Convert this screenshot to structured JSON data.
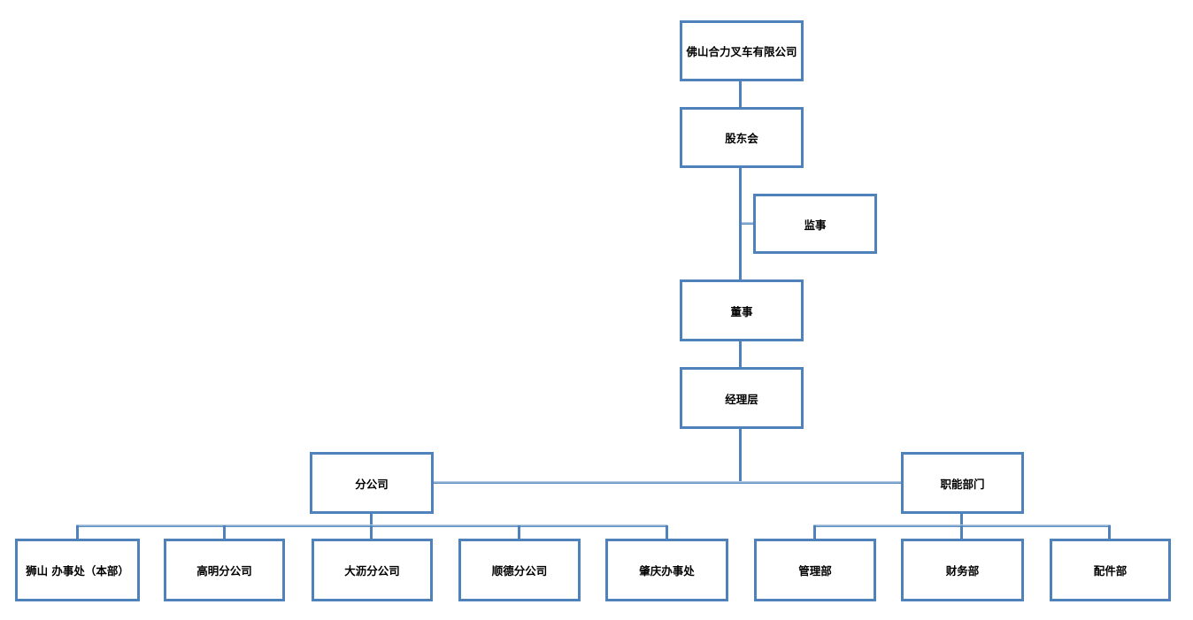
{
  "org_chart": {
    "company": {
      "label": "佛山合力叉车有限公司"
    },
    "shareholders": {
      "label": "股东会"
    },
    "supervisor": {
      "label": "监事"
    },
    "director": {
      "label": "董事"
    },
    "management": {
      "label": "经理层"
    },
    "branch_group": {
      "label": "分公司"
    },
    "functional_group": {
      "label": "职能部门"
    },
    "branches": [
      {
        "label": "狮山 办事处（本部）"
      },
      {
        "label": "高明分公司"
      },
      {
        "label": "大沥分公司"
      },
      {
        "label": "顺德分公司"
      },
      {
        "label": "肇庆办事处"
      }
    ],
    "departments": [
      {
        "label": "管理部"
      },
      {
        "label": "财务部"
      },
      {
        "label": "配件部"
      }
    ]
  },
  "colors": {
    "box_border": "#4f81bb",
    "connector": "#4f81bb",
    "connector_light_top": "#b3c9e2",
    "connector_light_bottom": "#6191c3",
    "box_fill": "#ffffff",
    "text": "#000000",
    "background": "#ffffff"
  }
}
